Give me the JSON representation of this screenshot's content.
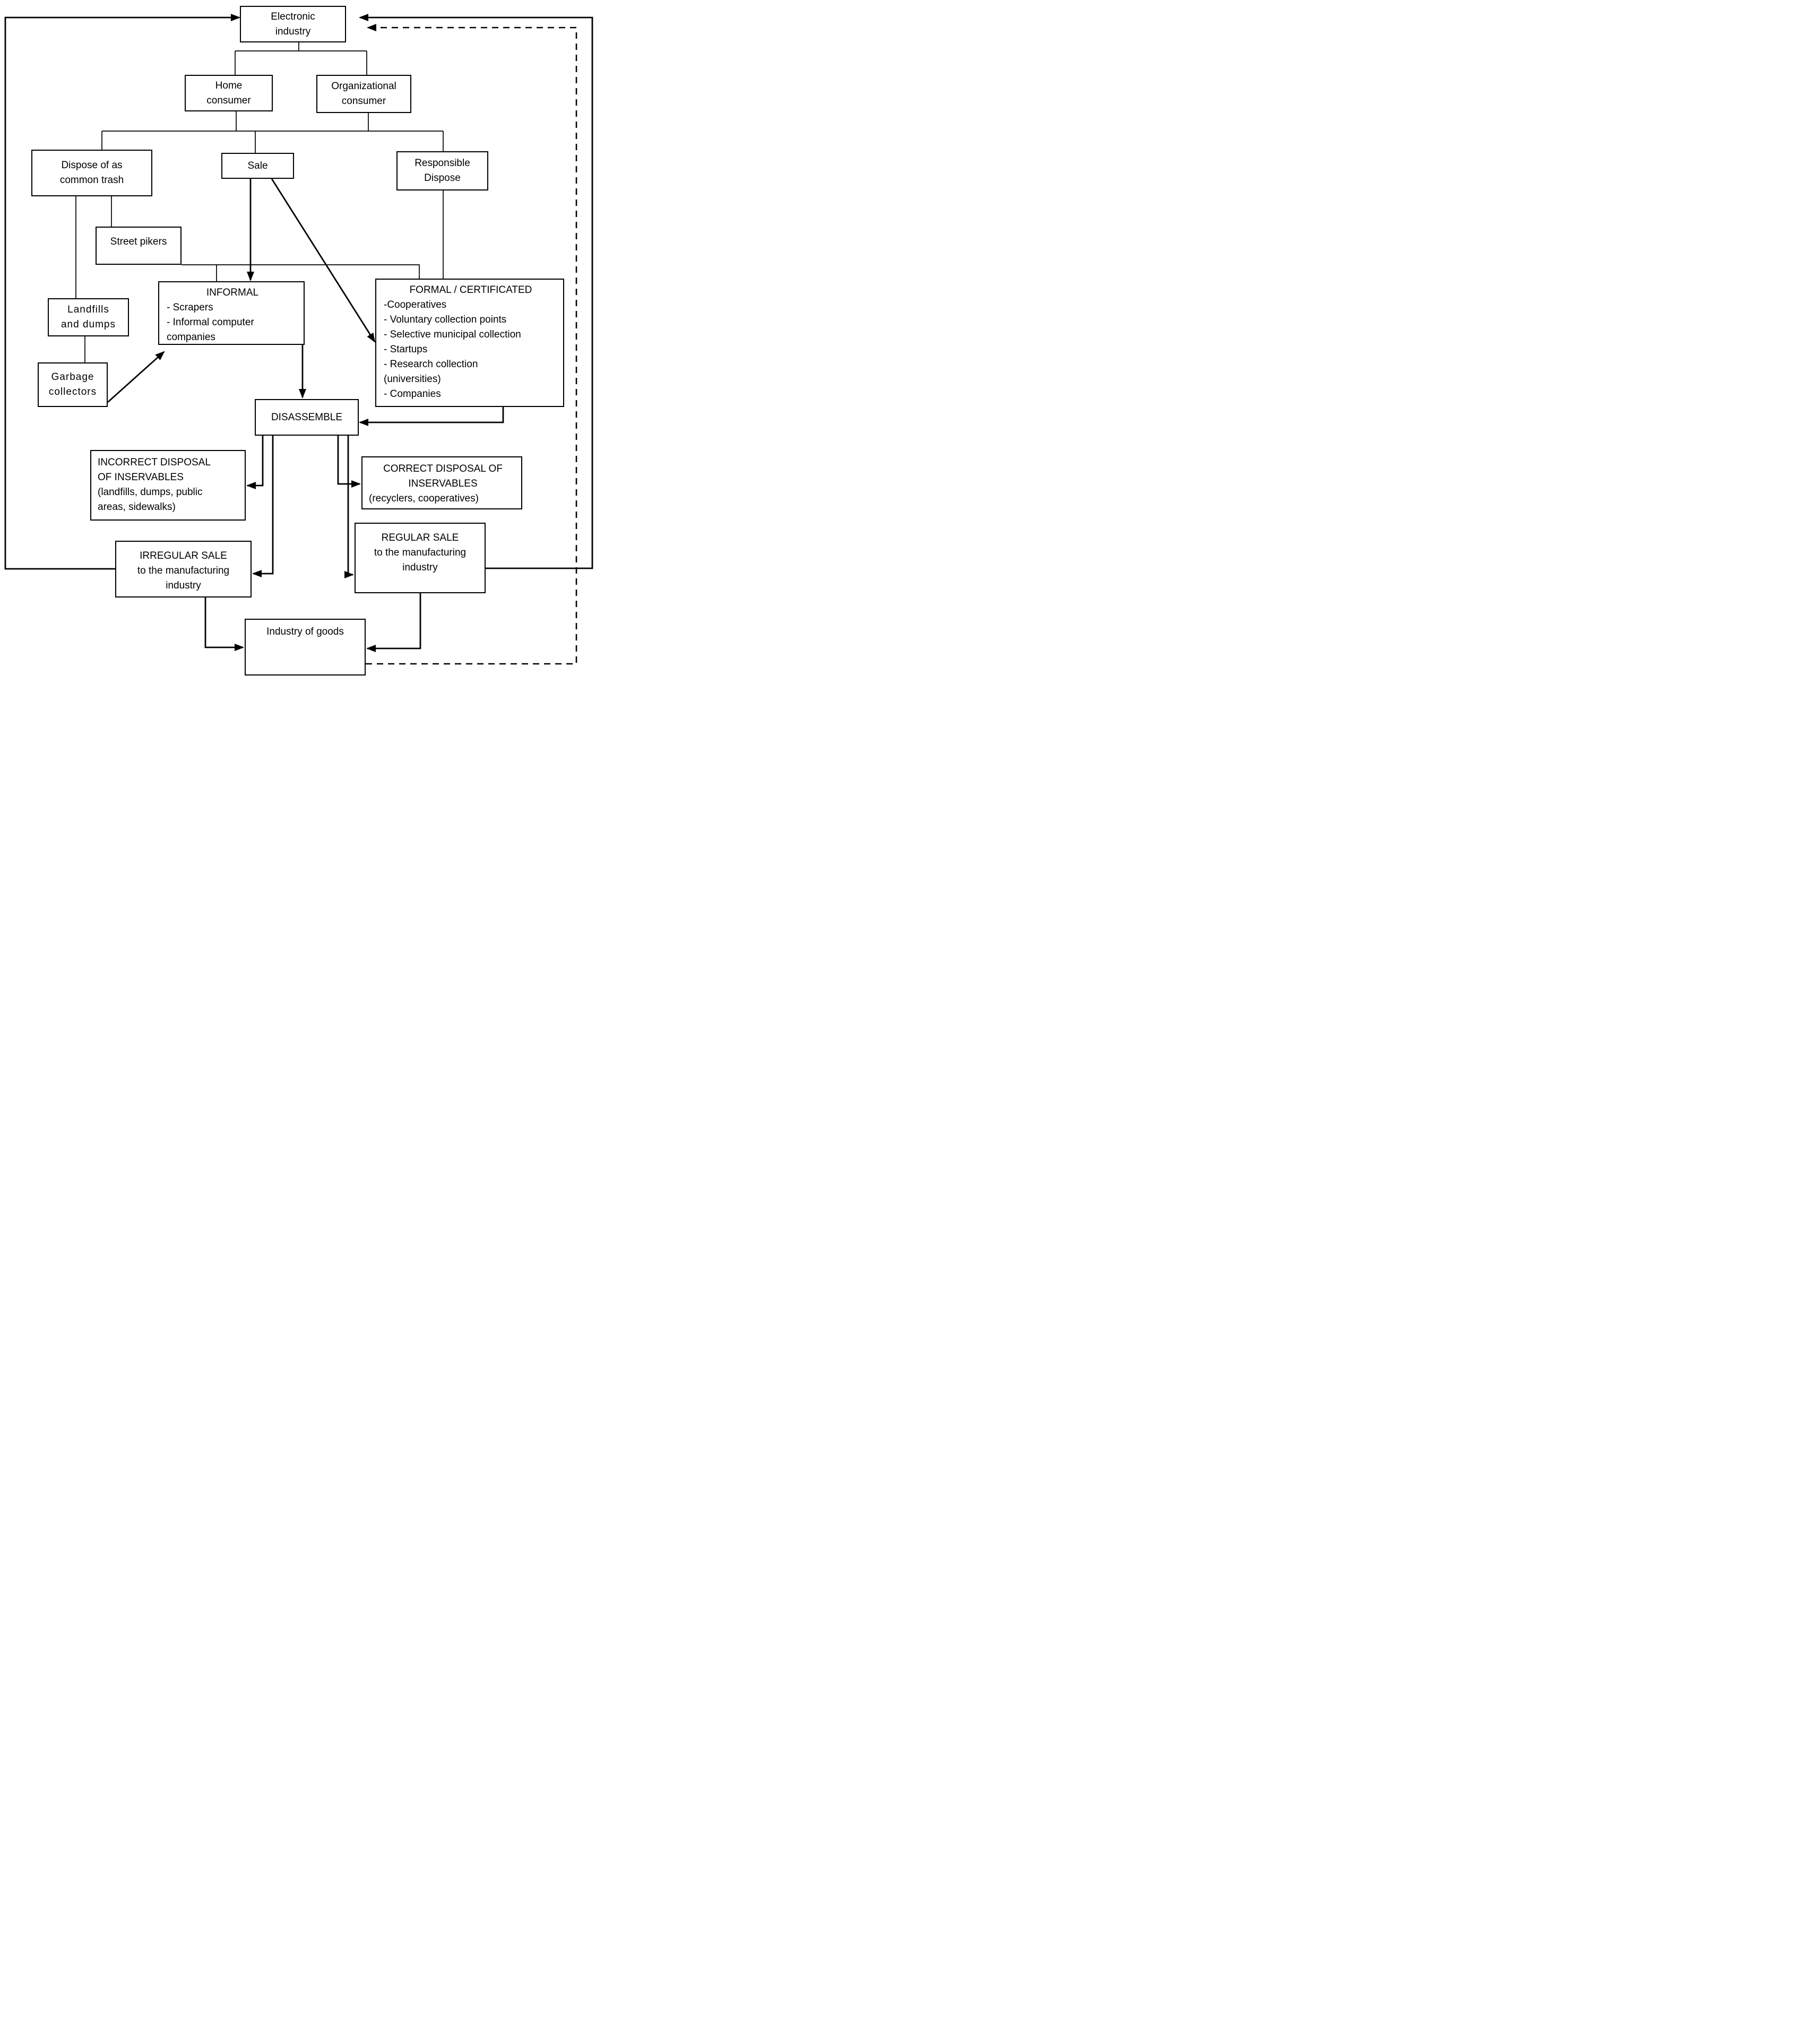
{
  "colors": {
    "line": "#000000",
    "background": "#ffffff",
    "box_border": "#000000"
  },
  "nodes": {
    "electronic_industry": {
      "lines": [
        "Electronic",
        "industry"
      ]
    },
    "home_consumer": {
      "lines": [
        "Home",
        "consumer"
      ]
    },
    "organizational_consumer": {
      "lines": [
        "Organizational",
        "consumer"
      ]
    },
    "dispose_common_trash": {
      "lines": [
        "Dispose of as",
        "common trash"
      ]
    },
    "sale": {
      "lines": [
        "Sale"
      ]
    },
    "responsible_dispose": {
      "lines": [
        "Responsible",
        "Dispose"
      ]
    },
    "street_pikers": {
      "lines": [
        "Street pikers"
      ]
    },
    "landfills_and_dumps": {
      "lines": [
        "Landfills",
        "and dumps"
      ]
    },
    "garbage_collectors": {
      "lines": [
        "Garbage",
        "collectors"
      ]
    },
    "informal": {
      "title": "INFORMAL",
      "items": [
        "- Scrapers",
        "- Informal computer",
        "companies"
      ]
    },
    "formal": {
      "title": "FORMAL / CERTIFICATED",
      "items": [
        "-Cooperatives",
        "- Voluntary collection points",
        "- Selective municipal collection",
        "- Startups",
        "- Research collection",
        "(universities)",
        "- Companies"
      ]
    },
    "disassemble": {
      "lines": [
        "DISASSEMBLE"
      ]
    },
    "incorrect_disposal": {
      "lines": [
        "INCORRECT DISPOSAL",
        "OF INSERVABLES",
        "(landfills, dumps, public",
        "areas, sidewalks)"
      ]
    },
    "correct_disposal": {
      "lines": [
        "CORRECT DISPOSAL OF",
        "INSERVABLES",
        "(recyclers, cooperatives)"
      ]
    },
    "irregular_sale": {
      "lines": [
        "IRREGULAR SALE",
        "to the manufacturing",
        "industry"
      ]
    },
    "regular_sale": {
      "lines": [
        "REGULAR SALE",
        "to the manufacturing",
        "industry"
      ]
    },
    "industry_of_goods": {
      "lines": [
        "Industry of goods"
      ]
    }
  }
}
